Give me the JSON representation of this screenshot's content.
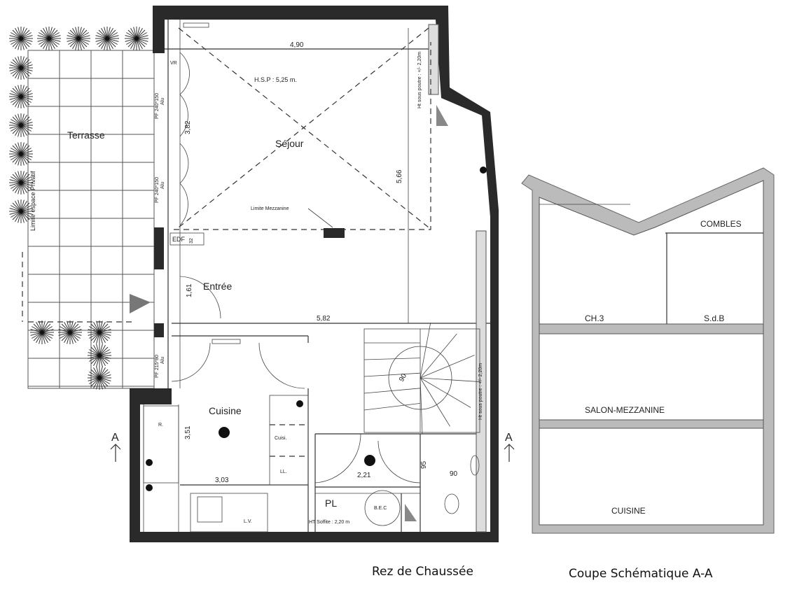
{
  "plan": {
    "title": "Rez de Chaussée",
    "rooms": {
      "sejour": "Séjour",
      "entree": "Entrée",
      "cuisine": "Cuisine",
      "terrasse": "Terrasse",
      "pl": "PL"
    },
    "dimensions": {
      "sejour_width": "4,90",
      "sejour_depth": "5,66",
      "window_span": "3,82",
      "entree_span": "1,61",
      "hall_width": "5,82",
      "cuisine_depth": "3,51",
      "cuisine_width": "3,03",
      "hall_small": "2,21",
      "stair_width": "90",
      "door_95": "95",
      "wc_90": "90"
    },
    "annotations": {
      "hsp": "H.S.P : 5,25 m.",
      "limite_mezzanine": "Limite Mezzanine",
      "edf": "EDF",
      "edf_num": "32",
      "limite_espace": "Limite espace Privatif",
      "pf1": "PF 240*150",
      "pf1_mat": "Alu",
      "pf2": "PF 240*150",
      "pf2_mat": "Alu",
      "pf3": "PF 215*80",
      "pf3_mat": "Alu",
      "vr": "VR",
      "ht_poutre_top": "Ht sous poutre : +/- 2,20m",
      "ht_poutre_stair": "Ht sous poutre : +/- 2,20m",
      "ht_soffite": "HT Soffite : 2,20 m",
      "bec": "B.E.C",
      "cuisi": "Cuisi.",
      "ll": "LL.",
      "lv": "L.V.",
      "r": "R.",
      "section_left": "A",
      "section_right": "A"
    }
  },
  "section": {
    "title": "Coupe Schématique A-A",
    "labels": {
      "combles": "COMBLES",
      "ch3": "CH.3",
      "sdb": "S.d.B",
      "salon": "SALON-MEZZANINE",
      "cuisine": "CUISINE"
    }
  }
}
